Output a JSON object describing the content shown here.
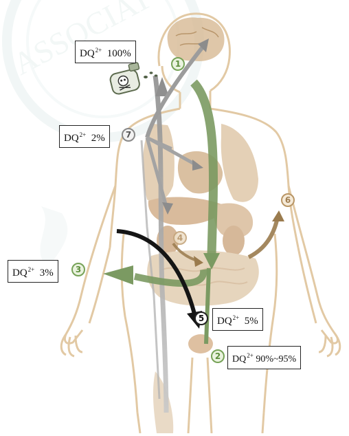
{
  "labels": {
    "l1": {
      "base": "DQ",
      "sup": "2+",
      "value": "100%"
    },
    "l7": {
      "base": "DQ",
      "sup": "2+",
      "value": "2%"
    },
    "l3": {
      "base": "DQ",
      "sup": "2+",
      "value": "3%"
    },
    "l5": {
      "base": "DQ",
      "sup": "2+",
      "value": "5%"
    },
    "l2": {
      "base": "DQ",
      "sup": "2+",
      "value": "90%~95%"
    }
  },
  "markers": {
    "m1": "1",
    "m2": "2",
    "m3": "3",
    "m4": "4",
    "m5": "5",
    "m6": "6",
    "m7": "7"
  },
  "colors": {
    "body_outline": "#e2c9a4",
    "organs": "#d7b993",
    "green_arrow": "#7b9a62",
    "gray_arrow": "#9c9c9c",
    "black_arrow": "#151515",
    "brown_arrow": "#9a7b4e"
  },
  "icons": [
    "poison-bottle-icon",
    "skull-icon"
  ]
}
